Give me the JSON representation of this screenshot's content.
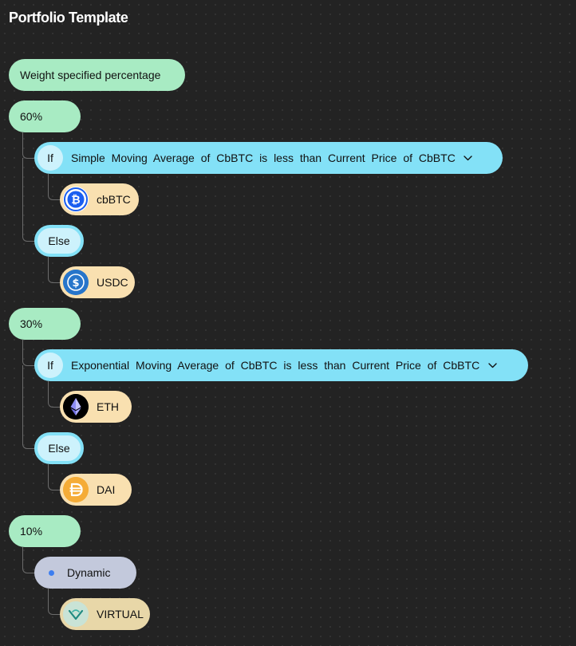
{
  "page": {
    "title": "Portfolio Template"
  },
  "root": {
    "label": "Weight specified percentage"
  },
  "weights": [
    {
      "label": "60%",
      "if_label": "If",
      "condition": "Simple Moving Average of CbBTC is less than Current Price of CbBTC",
      "then_asset": {
        "symbol": "cbBTC",
        "icon": "bitcoin-icon",
        "color": "#1a5ef0"
      },
      "else_label": "Else",
      "else_asset": {
        "symbol": "USDC",
        "icon": "usdc-icon",
        "color": "#2775ca"
      }
    },
    {
      "label": "30%",
      "if_label": "If",
      "condition": "Exponential Moving Average of CbBTC is less than Current Price of CbBTC",
      "then_asset": {
        "symbol": "ETH",
        "icon": "ethereum-icon",
        "color": "#000000"
      },
      "else_label": "Else",
      "else_asset": {
        "symbol": "DAI",
        "icon": "dai-icon",
        "color": "#f5ac37"
      }
    },
    {
      "label": "10%",
      "dynamic_label": "Dynamic",
      "asset": {
        "symbol": "VIRTUAL",
        "icon": "virtual-icon",
        "color": "#c9e3d6"
      }
    }
  ],
  "colors": {
    "background": "#232323",
    "weight_pill": "#a8ebc3",
    "condition_pill": "#83e1f7",
    "else_pill": "#cdf2fc",
    "asset_pill": "#f9e0b0",
    "dynamic_pill": "#c3c9dc",
    "dynamic_dot": "#3d7ef0"
  }
}
